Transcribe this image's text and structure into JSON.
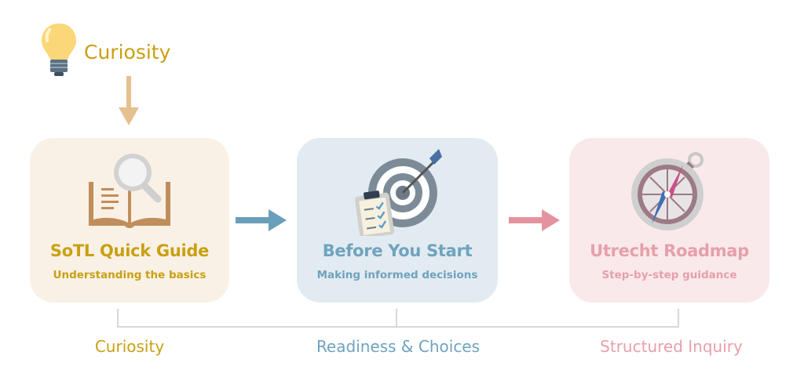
{
  "start": {
    "label": "Curiosity",
    "icon": "lightbulb-icon"
  },
  "colors": {
    "gold": "#c9a012",
    "blue": "#6fa3be",
    "pink": "#e6a0aa",
    "bracket": "#d8d8d8"
  },
  "steps": [
    {
      "title": "SoTL Quick Guide",
      "subtitle": "Understanding the basics",
      "icon": "book-magnifier-icon",
      "bg": "#faf1e6",
      "color": "#c9a012"
    },
    {
      "title": "Before You Start",
      "subtitle": "Making informed decisions",
      "icon": "target-clipboard-icon",
      "bg": "#e2ebf1",
      "color": "#6fa3be"
    },
    {
      "title": "Utrecht Roadmap",
      "subtitle": "Step-by-step guidance",
      "icon": "compass-icon",
      "bg": "#f9e9ea",
      "color": "#e6a0aa"
    }
  ],
  "phases": [
    "Curiosity",
    "Readiness & Choices",
    "Structured Inquiry"
  ]
}
